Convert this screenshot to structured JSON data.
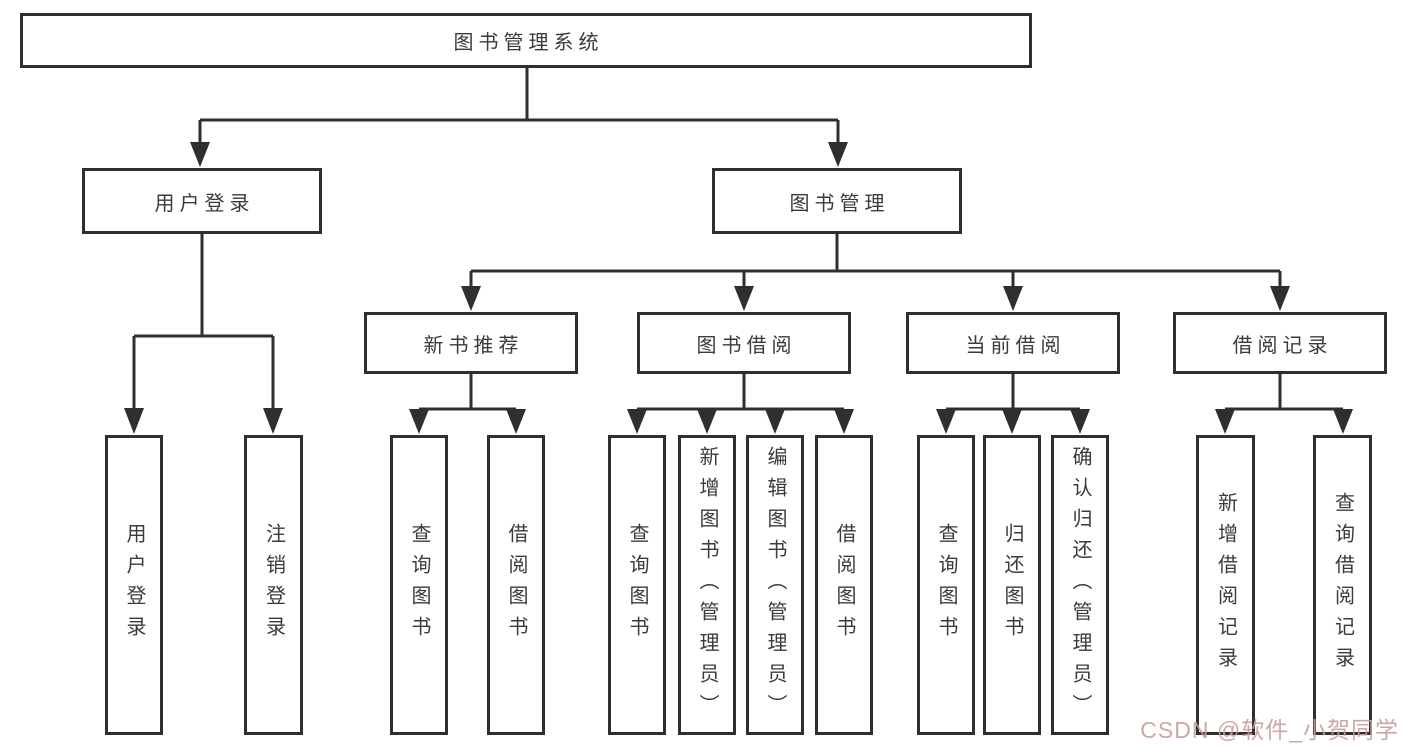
{
  "diagram": {
    "title_node": {
      "label": "图书管理系统"
    },
    "level2": [
      {
        "label": "用户登录"
      },
      {
        "label": "图书管理"
      }
    ],
    "level3": [
      {
        "label": "新书推荐"
      },
      {
        "label": "图书借阅"
      },
      {
        "label": "当前借阅"
      },
      {
        "label": "借阅记录"
      }
    ],
    "level4": {
      "user_login_group": [
        {
          "label": "用户登录"
        },
        {
          "label": "注销登录"
        }
      ],
      "new_book_group": [
        {
          "label": "查询图书"
        },
        {
          "label": "借阅图书"
        }
      ],
      "borrow_group": [
        {
          "label": "查询图书"
        },
        {
          "label": "新增图书（管理员）"
        },
        {
          "label": "编辑图书（管理员）"
        },
        {
          "label": "借阅图书"
        }
      ],
      "current_group": [
        {
          "label": "查询图书"
        },
        {
          "label": "归还图书"
        },
        {
          "label": "确认归还（管理员）"
        }
      ],
      "records_group": [
        {
          "label": "新增借阅记录"
        },
        {
          "label": "查询借阅记录"
        }
      ]
    },
    "colors": {
      "line": "#2f2f2f",
      "text": "#3b3b3b",
      "background": "#ffffff",
      "watermark": "#c99e9b"
    },
    "watermark": {
      "text": "CSDN @软件_小贺同学"
    }
  }
}
